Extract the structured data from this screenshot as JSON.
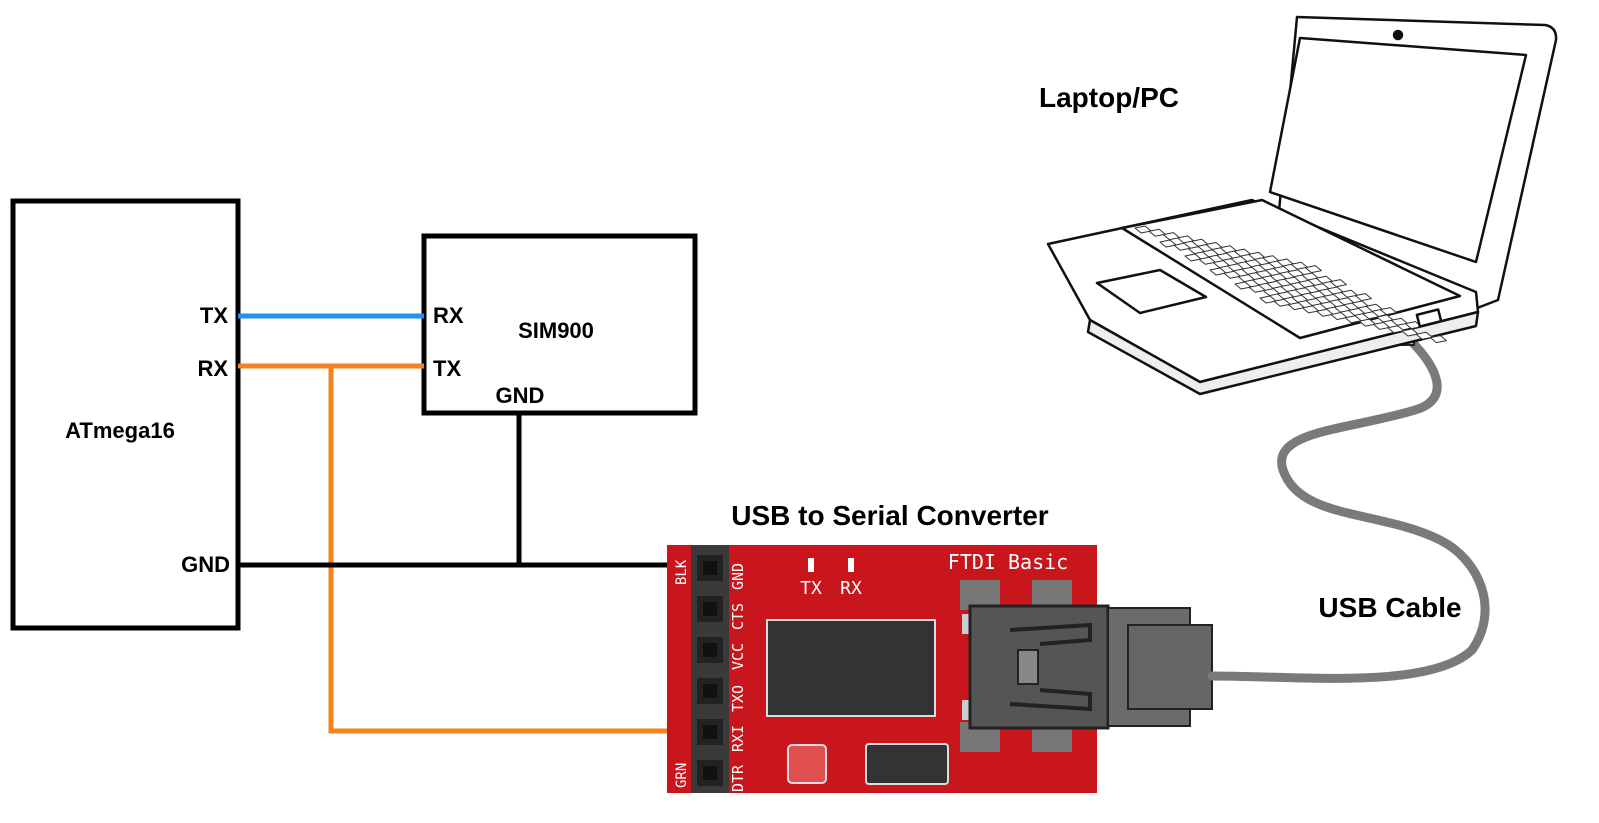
{
  "atmega": {
    "name": "ATmega16",
    "tx": "TX",
    "rx": "RX",
    "gnd": "GND"
  },
  "sim900": {
    "name": "SIM900",
    "rx": "RX",
    "tx": "TX",
    "gnd": "GND"
  },
  "converter": {
    "title": "USB to Serial Converter",
    "board_label": "FTDI Basic",
    "led_tx": "TX",
    "led_rx": "RX",
    "pins": [
      "GND",
      "CTS",
      "VCC",
      "TXO",
      "RXI",
      "DTR"
    ],
    "side_top": "BLK",
    "side_bottom": "GRN"
  },
  "laptop": {
    "label": "Laptop/PC"
  },
  "cable": {
    "label": "USB Cable"
  },
  "colors": {
    "tx_wire": "#1e90ff",
    "rx_wire": "#f5821f",
    "gnd_wire": "#000000",
    "board": "#c9161c",
    "cable": "#7a7a7a"
  }
}
